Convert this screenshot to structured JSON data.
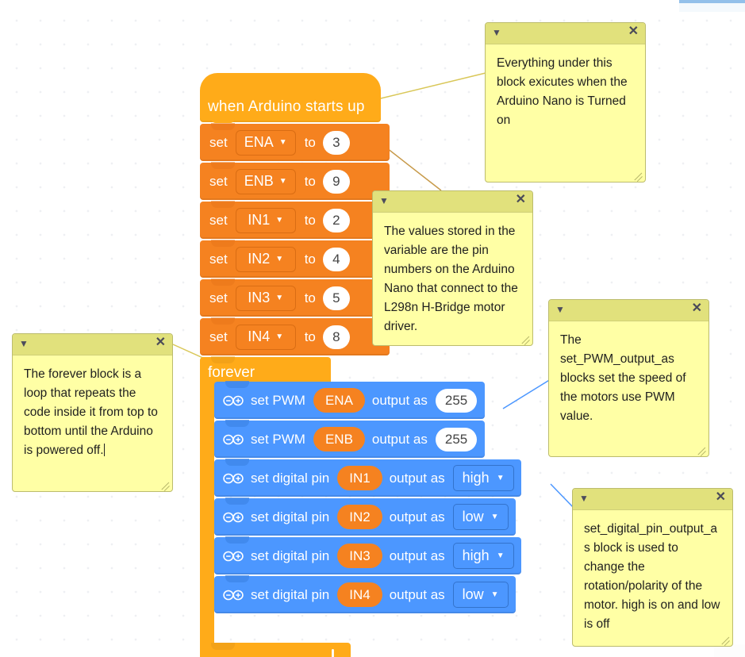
{
  "program": {
    "hat": {
      "label": "when Arduino starts up"
    },
    "set_blocks": [
      {
        "kw": "set",
        "variable": "ENA",
        "to": "to",
        "value": "3"
      },
      {
        "kw": "set",
        "variable": "ENB",
        "to": "to",
        "value": "9"
      },
      {
        "kw": "set",
        "variable": "IN1",
        "to": "to",
        "value": "2"
      },
      {
        "kw": "set",
        "variable": "IN2",
        "to": "to",
        "value": "4"
      },
      {
        "kw": "set",
        "variable": "IN3",
        "to": "to",
        "value": "5"
      },
      {
        "kw": "set",
        "variable": "IN4",
        "to": "to",
        "value": "8"
      }
    ],
    "forever": {
      "label": "forever",
      "loop_icon": "loop-arrow-icon"
    },
    "inner_blocks": [
      {
        "icon": "arduino-infinity-icon",
        "prefix": "set PWM",
        "pin": "ENA",
        "mid": "output as",
        "value": "255",
        "field": "number"
      },
      {
        "icon": "arduino-infinity-icon",
        "prefix": "set PWM",
        "pin": "ENB",
        "mid": "output as",
        "value": "255",
        "field": "number"
      },
      {
        "icon": "arduino-infinity-icon",
        "prefix": "set digital pin",
        "pin": "IN1",
        "mid": "output as",
        "value": "high",
        "field": "dropdown"
      },
      {
        "icon": "arduino-infinity-icon",
        "prefix": "set digital pin",
        "pin": "IN2",
        "mid": "output as",
        "value": "low",
        "field": "dropdown"
      },
      {
        "icon": "arduino-infinity-icon",
        "prefix": "set digital pin",
        "pin": "IN3",
        "mid": "output as",
        "value": "high",
        "field": "dropdown"
      },
      {
        "icon": "arduino-infinity-icon",
        "prefix": "set digital pin",
        "pin": "IN4",
        "mid": "output as",
        "value": "low",
        "field": "dropdown"
      }
    ]
  },
  "comments": [
    {
      "id": "comment-startup",
      "text": "Everything under this block exicutes when the Arduino Nano is Turned on",
      "collapse_icon": "chevron-down-icon",
      "close_icon": "close-icon",
      "resize_icon": "resize-grip-icon"
    },
    {
      "id": "comment-variables",
      "text": "The values stored in the variable are the pin numbers on the Arduino Nano that connect to the L298n H-Bridge motor driver.",
      "collapse_icon": "chevron-down-icon",
      "close_icon": "close-icon",
      "resize_icon": "resize-grip-icon"
    },
    {
      "id": "comment-forever",
      "text": "The forever block is a loop that repeats the code inside it from top to bottom until the Arduino is powered off.",
      "collapse_icon": "chevron-down-icon",
      "close_icon": "close-icon",
      "resize_icon": "resize-grip-icon"
    },
    {
      "id": "comment-pwm",
      "text": "The set_PWM_output_as blocks set the speed of the motors use PWM value.",
      "collapse_icon": "chevron-down-icon",
      "close_icon": "close-icon",
      "resize_icon": "resize-grip-icon"
    },
    {
      "id": "comment-digital",
      "text": "set_digital_pin_output_as block is used to change the rotation/polarity of the motor. high is on and low is off",
      "collapse_icon": "chevron-down-icon",
      "close_icon": "close-icon",
      "resize_icon": "resize-grip-icon"
    }
  ],
  "colors": {
    "hat_orange": "#ffab19",
    "set_orange": "#f58220",
    "block_blue": "#4c97ff",
    "comment_yellow": "#ffffa5",
    "comment_bar": "#e1e17c",
    "comment_border": "#bcbc6d",
    "canvas": "#ffffff"
  },
  "glyphs": {
    "caret_down": "▼",
    "close": "✕",
    "chevron": "▼"
  }
}
